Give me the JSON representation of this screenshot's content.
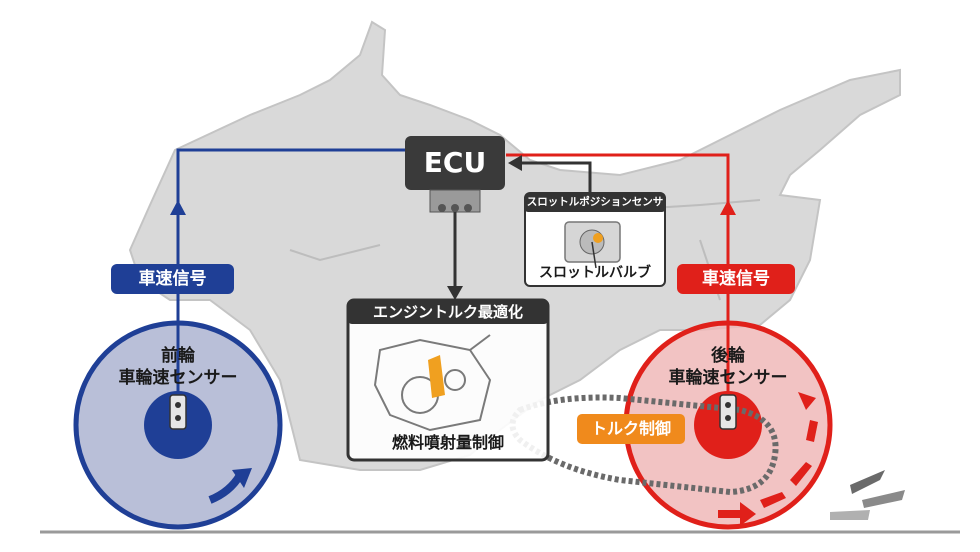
{
  "ecu": {
    "label": "ECU"
  },
  "throttle_position_sensor": {
    "title": "スロットルポジションセンサー",
    "caption": "スロットルバルブ"
  },
  "engine_torque": {
    "title": "エンジントルク最適化",
    "caption": "燃料噴射量制御"
  },
  "front": {
    "signal_label": "車速信号",
    "sensor_label_line1": "前輪",
    "sensor_label_line2": "車輪速センサー",
    "color": "#1f3f96"
  },
  "rear": {
    "signal_label": "車速信号",
    "sensor_label_line1": "後輪",
    "sensor_label_line2": "車輪速センサー",
    "color": "#e0201a"
  },
  "torque_control": {
    "label": "トルク制御",
    "color": "#f08a1c"
  },
  "colors": {
    "bike_silhouette": "#d9d9d9",
    "ecu_box": "#3a3a3a",
    "ground": "#9a9a9a"
  }
}
